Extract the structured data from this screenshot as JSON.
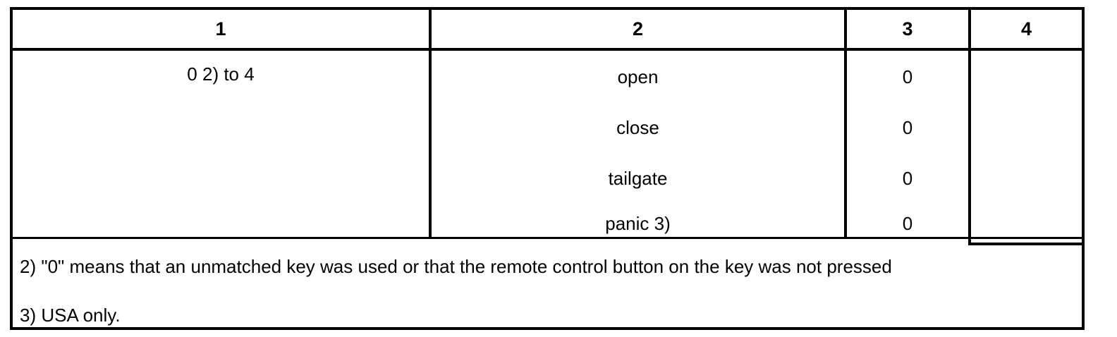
{
  "table": {
    "headers": [
      "1",
      "2",
      "3",
      "4"
    ],
    "rows": [
      {
        "c1": "0 2) to 4",
        "c2": "open",
        "c3": "0",
        "c4": ""
      },
      {
        "c1": "",
        "c2": "close",
        "c3": "0",
        "c4": ""
      },
      {
        "c1": "",
        "c2": "tailgate",
        "c3": "0",
        "c4": ""
      },
      {
        "c1": "",
        "c2": "panic 3)",
        "c3": "0",
        "c4": ""
      }
    ],
    "column1_value": "0 2) to 4"
  },
  "footnotes": [
    "2) \"0\" means that an unmatched key was used or that the remote control button on the key was not pressed",
    "3) USA only."
  ],
  "colors": {
    "border": "#000000",
    "text": "#000000",
    "background": "#ffffff"
  }
}
